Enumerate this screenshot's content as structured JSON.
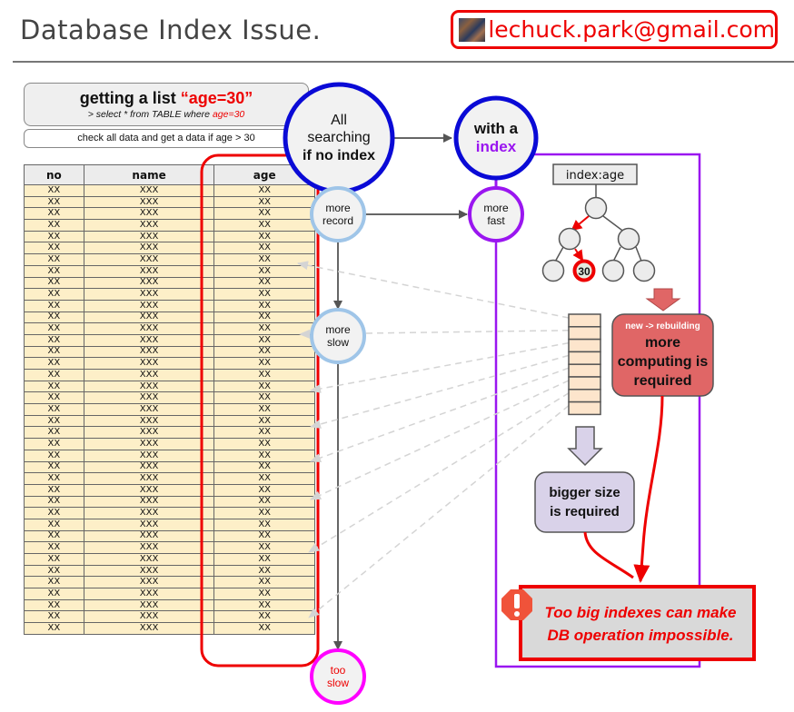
{
  "header": {
    "title": "Database Index Issue.",
    "email": "lechuck.park@gmail.com"
  },
  "query": {
    "title_prefix": "getting a list ",
    "title_highlight": "“age=30”",
    "sql_prefix": "> select * from TABLE where ",
    "sql_highlight": "age=30",
    "check_note": "check all data and get a data if age > 30"
  },
  "table": {
    "columns": [
      "no",
      "name",
      "age"
    ],
    "row_count": 39,
    "cell_values": {
      "no": "XX",
      "name": "XXX",
      "age": "XX"
    }
  },
  "flow": {
    "all_searching": {
      "line1": "All",
      "line2": "searching",
      "line3": "if no index"
    },
    "more_record": {
      "line1": "more",
      "line2": "record"
    },
    "more_slow": {
      "line1": "more",
      "line2": "slow"
    },
    "too_slow": {
      "line1": "too",
      "line2": "slow"
    },
    "with_index": {
      "line1": "with a",
      "line2": "index"
    },
    "more_fast": {
      "line1": "more",
      "line2": "fast"
    }
  },
  "index_panel": {
    "tree_label": "index:age",
    "target_node": "30",
    "rebuild_box": {
      "subtitle": "new -> rebuilding",
      "line1": "more",
      "line2": "computing is",
      "line3": "required"
    },
    "size_box": {
      "line1": "bigger size",
      "line2": "is required"
    }
  },
  "warning": {
    "icon": "exclamation-octagon-icon",
    "line1": "Too big indexes can make",
    "line2": "DB operation impossible."
  },
  "colors": {
    "red": "#ee0000",
    "blue": "#0a0ad6",
    "purple": "#9a16f0",
    "light_blue": "#9fc5e8",
    "magenta": "#ff00ff",
    "row_fill": "#fdefc8",
    "rebuild_fill": "#e06666",
    "size_fill": "#d9d2e9"
  }
}
